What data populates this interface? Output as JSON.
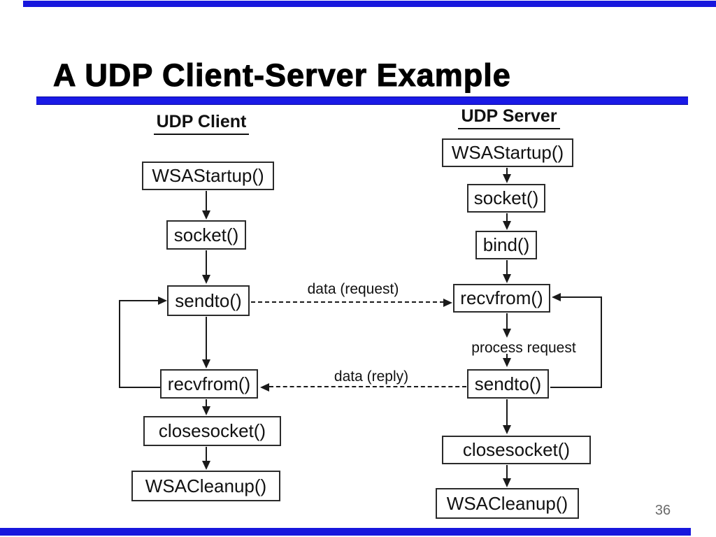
{
  "slide": {
    "title": "A UDP Client-Server Example",
    "page_number": "36",
    "accent_color": "#1717dd"
  },
  "client": {
    "heading": "UDP Client",
    "boxes": [
      "WSAStartup()",
      "socket()",
      "sendto()",
      "recvfrom()",
      "closesocket()",
      "WSACleanup()"
    ]
  },
  "server": {
    "heading": "UDP Server",
    "boxes": [
      "WSAStartup()",
      "socket()",
      "bind()",
      "recvfrom()",
      "sendto()",
      "closesocket()",
      "WSACleanup()"
    ],
    "process_label": "process request"
  },
  "messages": {
    "request_label": "data (request)",
    "reply_label": "data (reply)"
  }
}
